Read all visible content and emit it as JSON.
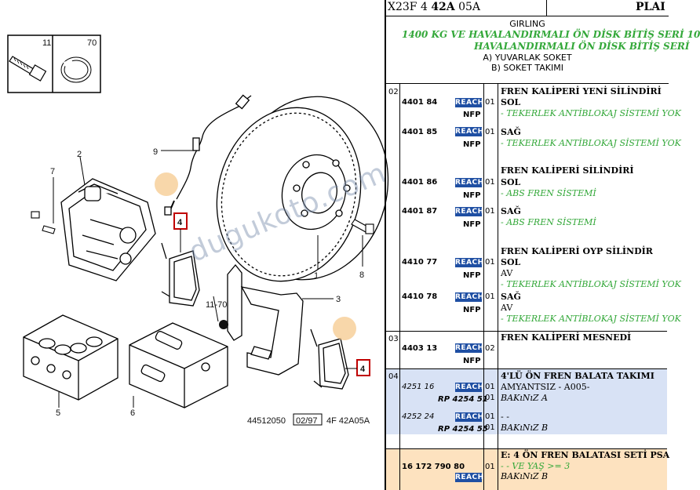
{
  "header": {
    "code_a": "X23F 4 ",
    "code_b": "42A",
    "code_c": " 05A",
    "right": "PLAI"
  },
  "title": {
    "maker": "GIRLING",
    "line1": "1400 KG VE HAVALANDIRMALI ÖN DİSK BİTİŞ SERİ 10",
    "line2": "HAVALANDIRMALI ÖN DİSK BİTİŞ SERİ",
    "opt_a": "A) YUVARLAK SOKET",
    "opt_b": "B) SOKET TAKIMI"
  },
  "rows": [
    {
      "grp": "02",
      "desc": "FREN KALİPERİ YENİ SİLİNDİRİ"
    },
    {
      "ref": "4401 84",
      "reach": "REACH",
      "sub": "NFP",
      "qty": "01",
      "side": "SOL",
      "note": "- TEKERLEK ANTİBLOKAJ SİSTEMİ YOK"
    },
    {
      "ref": "4401 85",
      "reach": "REACH",
      "sub": "NFP",
      "qty": "01",
      "side": "SAĞ",
      "note": "- TEKERLEK ANTİBLOKAJ SİSTEMİ YOK"
    },
    {
      "desc": "FREN KALİPERİ SİLİNDİRİ"
    },
    {
      "ref": "4401 86",
      "reach": "REACH",
      "sub": "NFP",
      "qty": "01",
      "side": "SOL",
      "note": "- ABS FREN SİSTEMİ"
    },
    {
      "ref": "4401 87",
      "reach": "REACH",
      "sub": "NFP",
      "qty": "01",
      "side": "SAĞ",
      "note": "- ABS FREN SİSTEMİ"
    },
    {
      "desc": "FREN KALİPERİ OYP SİLİNDİR"
    },
    {
      "ref": "4410 77",
      "reach": "REACH",
      "sub": "NFP",
      "qty": "01",
      "side": "SOL",
      "extra": "AV",
      "note": "- TEKERLEK ANTİBLOKAJ SİSTEMİ YOK"
    },
    {
      "ref": "4410 78",
      "reach": "REACH",
      "sub": "NFP",
      "qty": "01",
      "side": "SAĞ",
      "extra": "AV",
      "note": "- TEKERLEK ANTİBLOKAJ SİSTEMİ YOK"
    },
    {
      "grp": "03",
      "ref": "4403 13",
      "reach": "REACH",
      "sub": "NFP",
      "qty": "02",
      "desc": "FREN KALİPERİ MESNEDİ"
    },
    {
      "grp": "04",
      "ref": "4251 16",
      "reach": "REACH",
      "sub": "RP 4254 51",
      "qty": "01",
      "qty2": "01",
      "desc": "4'LÜ ÖN FREN BALATA TAKIMI",
      "line2": "AMYANTSIZ - A005-",
      "line3": "BAKıNıZ A"
    },
    {
      "ref": "4252 24",
      "reach": "REACH",
      "sub": "RP 4254 55",
      "qty": "01",
      "qty2": "01",
      "line2": "- -",
      "line3": "BAKıNıZ B"
    },
    {
      "ref": "16 172 790 80",
      "reach": "REACH",
      "qty": "01",
      "desc": "E: 4 ÖN FREN BALATASI SETİ PSA",
      "line2": "- - VE YAŞ >= 3",
      "line3": "BAKıNıZ B"
    }
  ],
  "diagram": {
    "callouts": [
      "11",
      "70",
      "9",
      "7",
      "2",
      "4",
      "8",
      "1",
      "3",
      "11-70",
      "5",
      "6",
      "4"
    ],
    "footer_code": "44512050",
    "footer_date": "02/97",
    "footer_ref": "4F 42A05A",
    "watermark": "dugukoto.com"
  }
}
